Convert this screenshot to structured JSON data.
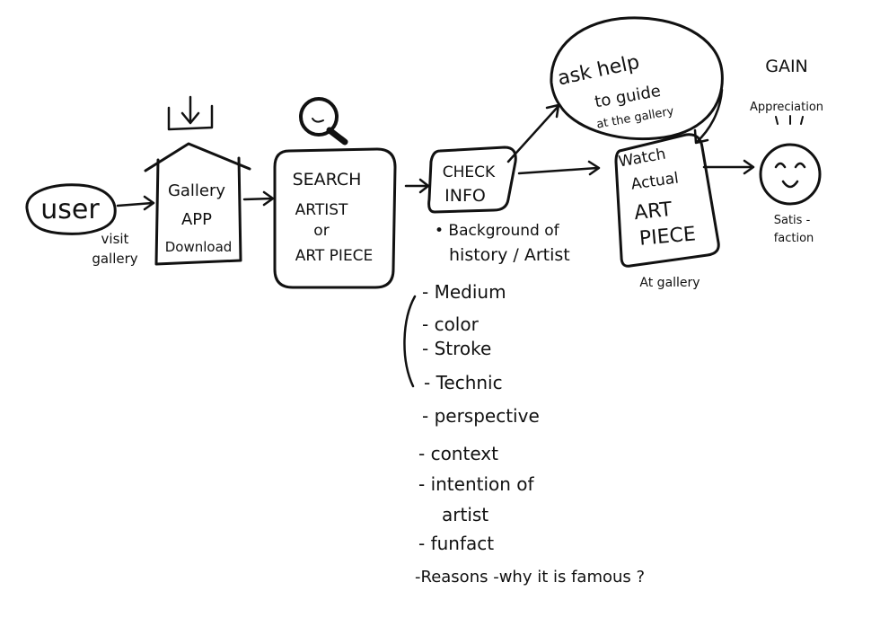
{
  "nodes": {
    "user": {
      "label": "user",
      "note": [
        "visit",
        "gallery"
      ]
    },
    "app": {
      "lines": [
        "Gallery",
        "APP",
        "Download"
      ]
    },
    "search": {
      "lines": [
        "SEARCH",
        "ARTIST",
        "or",
        "ART PIECE"
      ]
    },
    "check": {
      "lines": [
        "CHECK",
        "INFO"
      ]
    },
    "ask": {
      "lines": [
        "ask help",
        "to guide",
        "at the gallery"
      ]
    },
    "watch": {
      "lines": [
        "Watch",
        "Actual",
        "ART",
        "PIECE"
      ],
      "note": "At gallery"
    },
    "gain": {
      "label": "GAIN",
      "sub": "Appreciation",
      "note": [
        "Satis -",
        "faction"
      ]
    }
  },
  "background_note": [
    "• Background of",
    "history / Artist"
  ],
  "info_list": [
    "- Medium",
    "- color",
    "- Stroke",
    "- Technic",
    "- perspective",
    "- context",
    "- intention of",
    "artist",
    "- funfact",
    "-Reasons -why it is famous ?"
  ],
  "icons": [
    "download-icon",
    "magnifier-icon",
    "smiley-icon"
  ]
}
